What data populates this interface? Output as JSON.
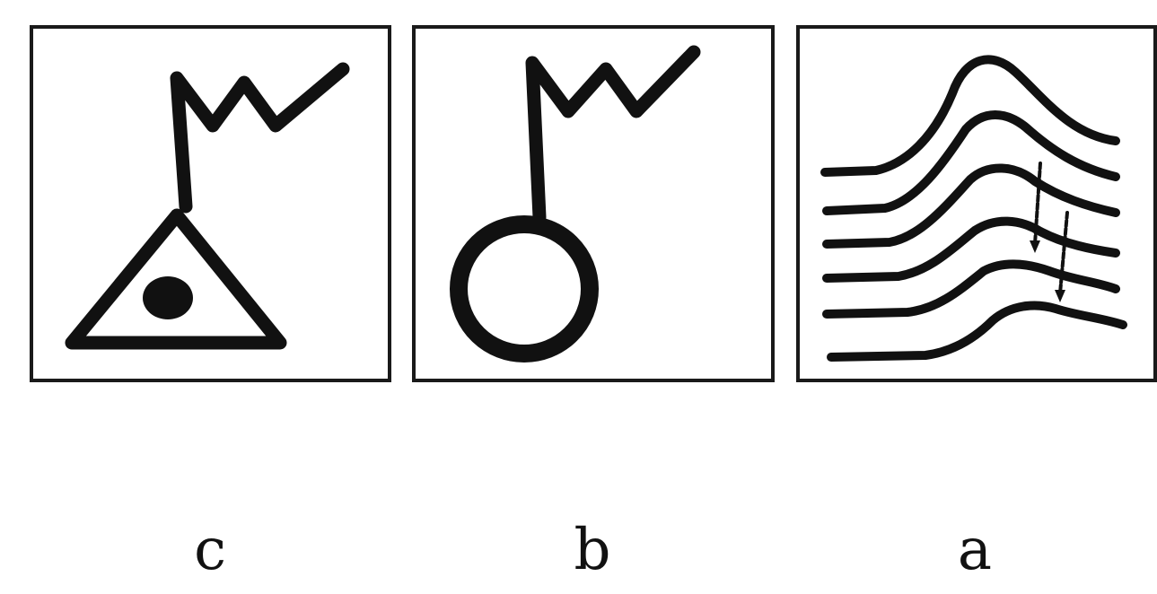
{
  "figure": {
    "panels": [
      {
        "id": "c",
        "caption": "c",
        "symbol": "zigzag-flag-on-triangle-with-dot"
      },
      {
        "id": "b",
        "caption": "b",
        "symbol": "zigzag-flag-on-circle"
      },
      {
        "id": "a",
        "caption": "a",
        "symbol": "stacked-wavy-lines-with-arrows"
      }
    ],
    "ink_color": "#111111",
    "frame_color": "#1a1a1a"
  }
}
